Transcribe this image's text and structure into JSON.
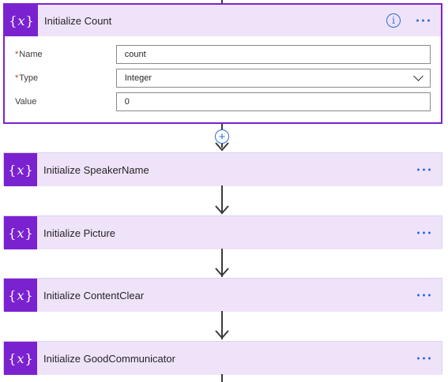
{
  "colors": {
    "accent": "#7b22d0",
    "header_bg": "#efe3fa",
    "link": "#2f6bd3"
  },
  "steps": [
    {
      "title": "Initialize Count",
      "icon": "variable-icon",
      "fields": [
        {
          "label": "Name",
          "required": true,
          "value": "count"
        },
        {
          "label": "Type",
          "required": true,
          "value": "Integer",
          "dropdown": true
        },
        {
          "label": "Value",
          "required": false,
          "value": "0"
        }
      ]
    },
    {
      "title": "Initialize SpeakerName",
      "icon": "variable-icon"
    },
    {
      "title": "Initialize Picture",
      "icon": "variable-icon"
    },
    {
      "title": "Initialize ContentClear",
      "icon": "variable-icon"
    },
    {
      "title": "Initialize GoodCommunicator",
      "icon": "variable-icon"
    }
  ],
  "req_marker": "*"
}
